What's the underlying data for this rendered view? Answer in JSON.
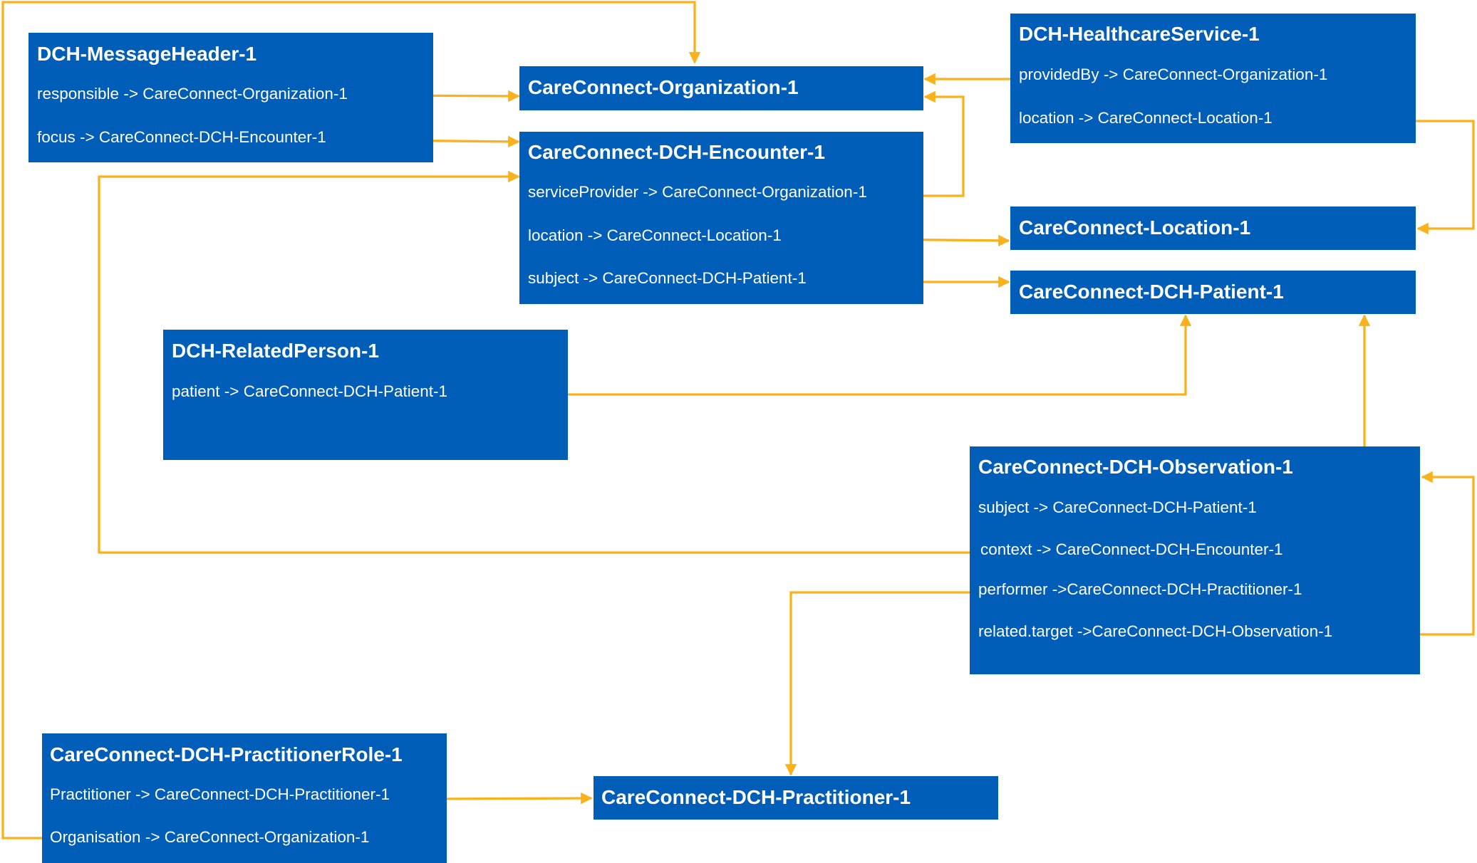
{
  "diagram": {
    "colors": {
      "box_fill": "#005EB8",
      "box_text": "#FFFFFF",
      "arrow": "#F9B21B",
      "background": "#FFFFFF"
    },
    "boxes": {
      "message_header": {
        "title": "DCH-MessageHeader-1",
        "refs": [
          "responsible -> CareConnect-Organization-1",
          "focus -> CareConnect-DCH-Encounter-1"
        ]
      },
      "organization": {
        "title": "CareConnect-Organization-1"
      },
      "encounter": {
        "title": "CareConnect-DCH-Encounter-1",
        "refs": [
          "serviceProvider -> CareConnect-Organization-1",
          "location -> CareConnect-Location-1",
          "subject -> CareConnect-DCH-Patient-1"
        ]
      },
      "healthcare_service": {
        "title": "DCH-HealthcareService-1",
        "refs": [
          "providedBy -> CareConnect-Organization-1",
          "location -> CareConnect-Location-1"
        ]
      },
      "location": {
        "title": "CareConnect-Location-1"
      },
      "patient": {
        "title": "CareConnect-DCH-Patient-1"
      },
      "related_person": {
        "title": "DCH-RelatedPerson-1",
        "refs": [
          "patient -> CareConnect-DCH-Patient-1"
        ]
      },
      "observation": {
        "title": "CareConnect-DCH-Observation-1",
        "refs": [
          "subject -> CareConnect-DCH-Patient-1",
          "context -> CareConnect-DCH-Encounter-1",
          "performer ->CareConnect-DCH-Practitioner-1",
          "related.target ->CareConnect-DCH-Observation-1"
        ]
      },
      "practitioner_role": {
        "title": "CareConnect-DCH-PractitionerRole-1",
        "refs": [
          "Practitioner -> CareConnect-DCH-Practitioner-1",
          "Organisation -> CareConnect-Organization-1"
        ]
      },
      "practitioner": {
        "title": "CareConnect-DCH-Practitioner-1"
      }
    }
  }
}
